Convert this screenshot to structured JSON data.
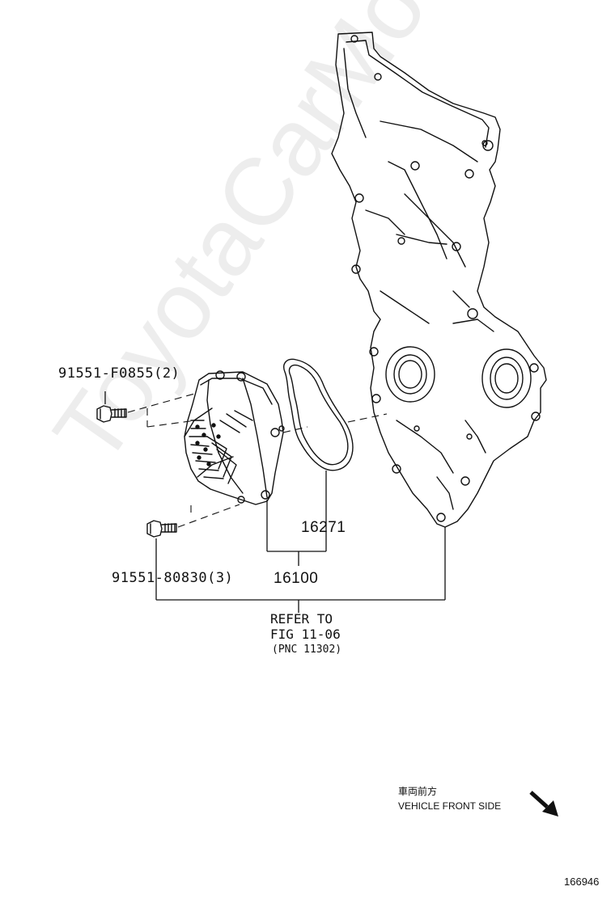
{
  "watermark": "ToyotaCarMoto.ru",
  "labels": {
    "bolt_upper": "91551-F0855(2)",
    "bolt_lower": "91551-80830(3)",
    "gasket": "16271",
    "pump_assy": "16100",
    "refer_line1": "REFER TO",
    "refer_line2": "FIG 11-06",
    "refer_line3": "(PNC 11302)",
    "direction_jp": "車両前方",
    "direction_en": "VEHICLE FRONT SIDE",
    "figure_number": "166946"
  },
  "icons": {
    "direction_arrow": "arrow-down-right-icon"
  }
}
